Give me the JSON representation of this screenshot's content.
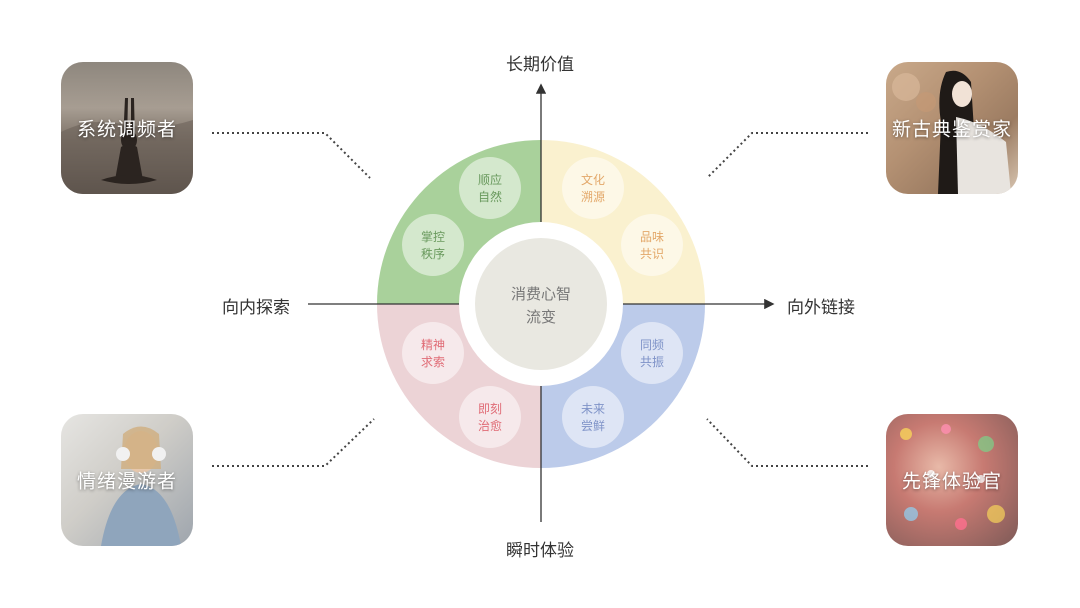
{
  "axes": {
    "top": "长期价值",
    "bottom": "瞬时体验",
    "left": "向内探索",
    "right": "向外链接"
  },
  "center": {
    "line1": "消费心智",
    "line2": "流变"
  },
  "quadrants": {
    "top_left": {
      "color": "#a9d19b",
      "nodes": [
        [
          "顺应",
          "自然"
        ],
        [
          "掌控",
          "秩序"
        ]
      ],
      "text_color": "#6a9a5e"
    },
    "top_right": {
      "color": "#faf1cf",
      "nodes": [
        [
          "文化",
          "溯源"
        ],
        [
          "品味",
          "共识"
        ]
      ],
      "text_color": "#e3a86a"
    },
    "bottom_left": {
      "color": "#ecd3d6",
      "nodes": [
        [
          "精神",
          "求索"
        ],
        [
          "即刻",
          "治愈"
        ]
      ],
      "text_color": "#e06c76"
    },
    "bottom_right": {
      "color": "#bccbea",
      "nodes": [
        [
          "同频",
          "共振"
        ],
        [
          "未来",
          "尝鲜"
        ]
      ],
      "text_color": "#7f93c8"
    }
  },
  "personas": {
    "top_left": "系统调频者",
    "top_right": "新古典鉴赏家",
    "bottom_left": "情绪漫游者",
    "bottom_right": "先锋体验官"
  }
}
